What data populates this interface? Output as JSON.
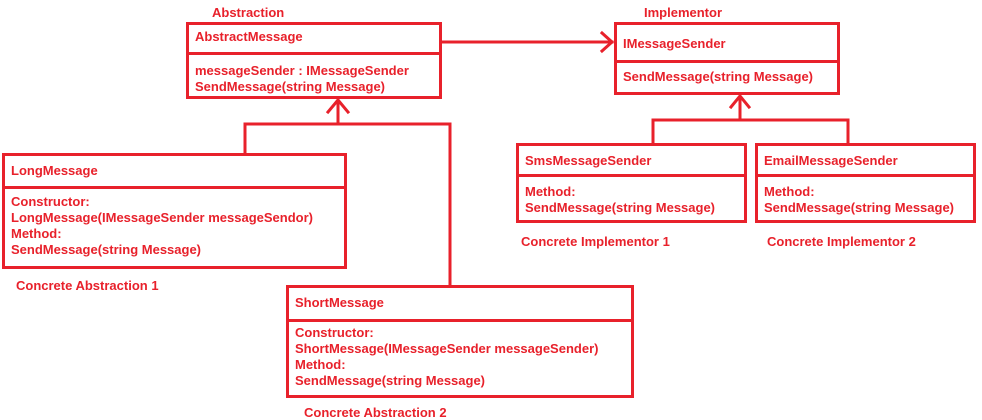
{
  "diagram": {
    "accent_color": "#e8212b",
    "abstraction_label": "Abstraction",
    "implementor_label": "Implementor",
    "abstract_message": {
      "name": "AbstractMessage",
      "members": [
        "messageSender : IMessageSender",
        "SendMessage(string Message)"
      ]
    },
    "imessage_sender": {
      "name": "IMessageSender",
      "members": [
        "SendMessage(string Message)"
      ]
    },
    "long_message": {
      "name": "LongMessage",
      "members": [
        "Constructor:",
        "LongMessage(IMessageSender messageSendor)",
        "Method:",
        "SendMessage(string Message)"
      ],
      "caption": "Concrete Abstraction 1"
    },
    "short_message": {
      "name": "ShortMessage",
      "members": [
        "Constructor:",
        "ShortMessage(IMessageSender messageSender)",
        "Method:",
        "SendMessage(string Message)"
      ],
      "caption": "Concrete Abstraction 2"
    },
    "sms_sender": {
      "name": "SmsMessageSender",
      "members": [
        "Method:",
        "SendMessage(string Message)"
      ],
      "caption": "Concrete Implementor 1"
    },
    "email_sender": {
      "name": "EmailMessageSender",
      "members": [
        "Method:",
        "SendMessage(string Message)"
      ],
      "caption": "Concrete Implementor 2"
    }
  }
}
